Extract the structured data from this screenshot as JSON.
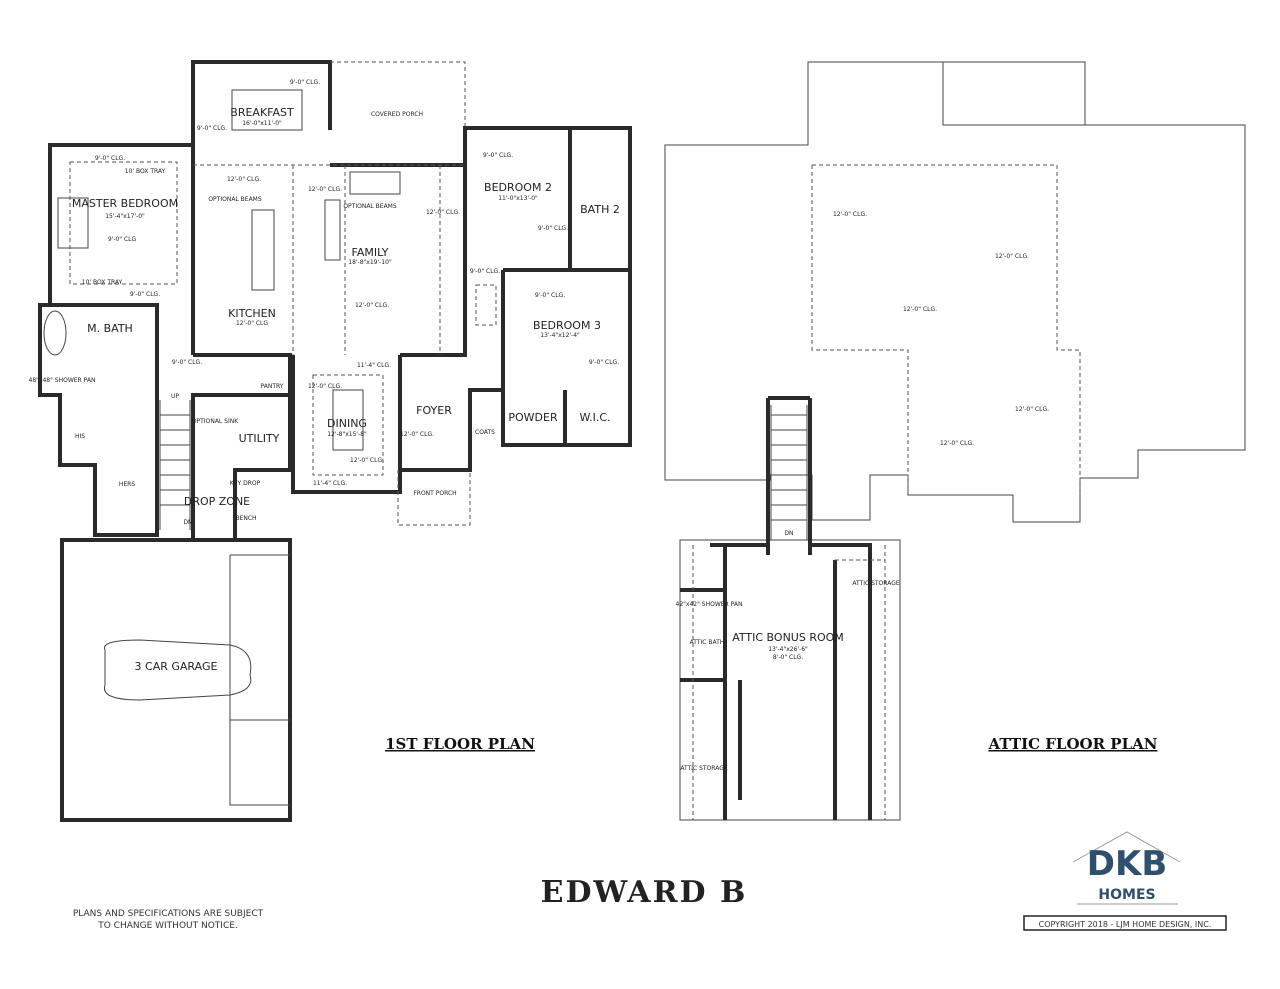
{
  "plan_name": "EDWARD B",
  "first_floor": {
    "title": "1ST FLOOR PLAN",
    "rooms": {
      "breakfast": {
        "name": "BREAKFAST",
        "dims": "16'-0\"x11'-0\"",
        "clg": "9'-0\" CLG."
      },
      "covered_porch": {
        "name": "COVERED PORCH"
      },
      "master_bedroom": {
        "name": "MASTER BEDROOM",
        "dims": "15'-4\"x17'-0\"",
        "clg": "9'-0\" CLG",
        "tray_top": "10' BOX TRAY",
        "tray_bottom": "10' BOX TRAY",
        "clg2": "9'-0\" CLG."
      },
      "kitchen": {
        "name": "KITCHEN",
        "clg": "12'-0\" CLG",
        "clg2": "12'-0\" CLG.",
        "beams": "OPTIONAL BEAMS"
      },
      "family": {
        "name": "FAMILY",
        "dims": "18'-8\"x19'-10\"",
        "clg": "12'-0\" CLG.",
        "clg2": "12'-0\" CLG.",
        "beams": "OPTIONAL BEAMS"
      },
      "bedroom2": {
        "name": "BEDROOM 2",
        "dims": "11'-0\"x13'-0\"",
        "clg": "9'-0\" CLG."
      },
      "bath2": {
        "name": "BATH 2"
      },
      "bedroom3": {
        "name": "BEDROOM 3",
        "dims": "13'-4\"x12'-4\"",
        "clg": "9'-0\" CLG."
      },
      "m_bath": {
        "name": "M. BATH",
        "shower": "48\"x48\" SHOWER PAN"
      },
      "his": {
        "name": "HIS"
      },
      "hers": {
        "name": "HERS"
      },
      "pantry": {
        "name": "PANTRY"
      },
      "utility": {
        "name": "UTILITY",
        "sink": "OPTIONAL SINK"
      },
      "drop_zone": {
        "name": "DROP ZONE",
        "key_drop": "KEY DROP",
        "bench": "BENCH"
      },
      "dining": {
        "name": "DINING",
        "dims": "12'-8\"x15'-8\"",
        "clg": "11'-4\" CLG.",
        "clg2": "12'-0\" CLG."
      },
      "foyer": {
        "name": "FOYER",
        "clg": "12'-0\" CLG."
      },
      "front_porch": {
        "name": "FRONT PORCH"
      },
      "powder": {
        "name": "POWDER"
      },
      "wic": {
        "name": "W.I.C."
      },
      "coats": {
        "name": "COATS"
      },
      "garage": {
        "name": "3 CAR GARAGE"
      },
      "stair_up": "UP",
      "stair_dn": "DN"
    }
  },
  "attic_floor": {
    "title": "ATTIC FLOOR PLAN",
    "ceilings": [
      "12'-0\" CLG.",
      "12'-0\" CLG.",
      "12'-0\" CLG.",
      "12'-0\" CLG.",
      "12'-0\" CLG."
    ],
    "bonus_room": {
      "name": "ATTIC BONUS ROOM",
      "dims": "13'-4\"x26'-6\"",
      "clg": "8'-0\" CLG."
    },
    "bath": {
      "name": "ATTIC BATH",
      "shower": "42\"x42\" SHOWER PAN"
    },
    "storage": "ATTIC STORAGE",
    "stair_dn": "DN"
  },
  "disclaimer": [
    "PLANS AND SPECIFICATIONS ARE SUBJECT",
    "TO CHANGE WITHOUT NOTICE."
  ],
  "copyright": "COPYRIGHT 2018 - LJM HOME DESIGN, INC.",
  "logo": {
    "letters": "DKB",
    "subtitle": "HOMES",
    "color": "#2f4f6e"
  }
}
